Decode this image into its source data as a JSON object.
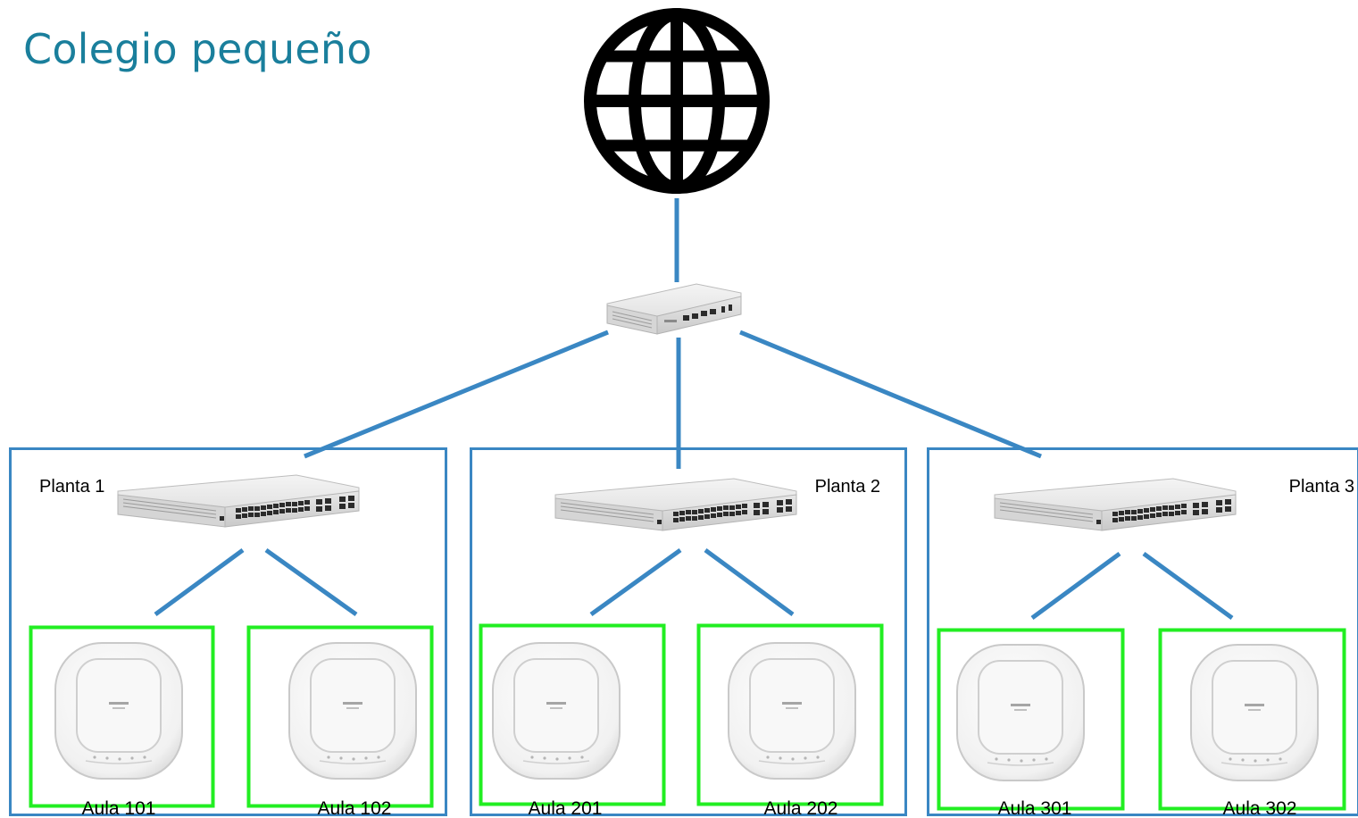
{
  "title": "Colegio pequeño",
  "colors": {
    "title": "#1a7f9c",
    "link": "#3a87c3",
    "floor_border": "#3a87c3",
    "room_border": "#22ee22",
    "globe": "#000000"
  },
  "icons": {
    "internet": "globe-icon",
    "core": "router-icon",
    "floor_switch": "switch-icon",
    "access_point": "access-point-icon"
  },
  "floors": [
    {
      "label": "Planta 1",
      "rooms": [
        "Aula 101",
        "Aula 102"
      ]
    },
    {
      "label": "Planta 2",
      "rooms": [
        "Aula 201",
        "Aula 202"
      ]
    },
    {
      "label": "Planta 3",
      "rooms": [
        "Aula 301",
        "Aula 302"
      ]
    }
  ]
}
